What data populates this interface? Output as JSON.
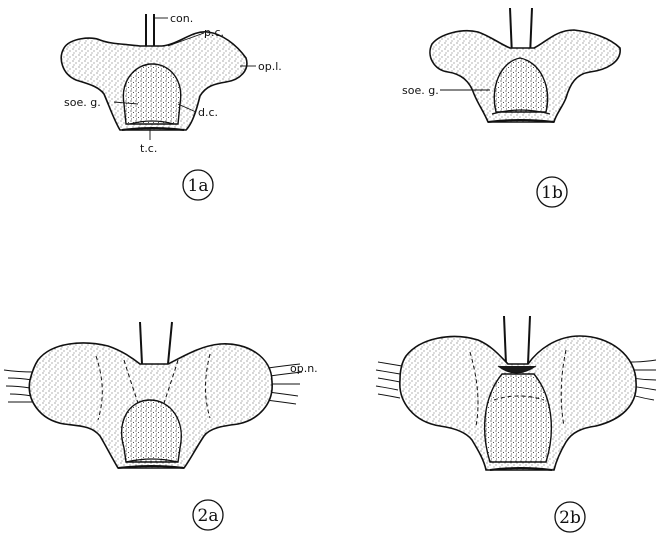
{
  "figures": [
    {
      "id": "1a",
      "label": "1a",
      "annotations": {
        "con": "con.",
        "pc": "p.c.",
        "opl": "op.l.",
        "soeg": "soe. g.",
        "dc": "d.c.",
        "tc": "t.c."
      }
    },
    {
      "id": "1b",
      "label": "1b",
      "annotations": {
        "soeg": "soe. g."
      }
    },
    {
      "id": "2a",
      "label": "2a",
      "annotations": {
        "opn": "op.n."
      }
    },
    {
      "id": "2b",
      "label": "2b",
      "annotations": {}
    }
  ],
  "colors": {
    "ink": "#111111",
    "stipple": "#333333",
    "paper": "#ffffff"
  }
}
